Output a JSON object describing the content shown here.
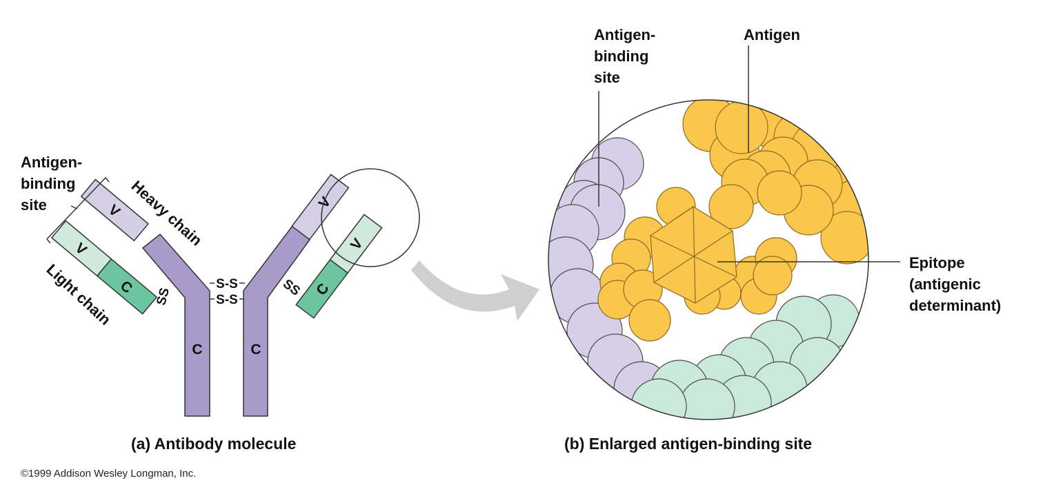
{
  "colors": {
    "heavy_v": "#d5cfe6",
    "heavy_c": "#a99ac9",
    "light_v": "#cfe9db",
    "light_c": "#6fc4a0",
    "antigen": "#fbc64c",
    "antigen_stroke": "#b5862a",
    "purple_blob": "#d6cfe7",
    "green_blob": "#cbe9da",
    "arrow": "#cfcfcf",
    "outline": "#333333"
  },
  "panel_a": {
    "label_site_line1": "Antigen-",
    "label_site_line2": "binding",
    "label_site_line3": "site",
    "heavy_chain": "Heavy chain",
    "light_chain": "Light chain",
    "v": "V",
    "c": "C",
    "ss": "S-S",
    "ss_diag": "SS",
    "caption": "(a) Antibody molecule"
  },
  "panel_b": {
    "site_line1": "Antigen-",
    "site_line2": "binding",
    "site_line3": "site",
    "antigen": "Antigen",
    "epitope_line1": "Epitope",
    "epitope_line2": "(antigenic",
    "epitope_line3": "determinant)",
    "caption": "(b) Enlarged antigen-binding site"
  },
  "copyright": "©1999 Addison Wesley Longman, Inc."
}
